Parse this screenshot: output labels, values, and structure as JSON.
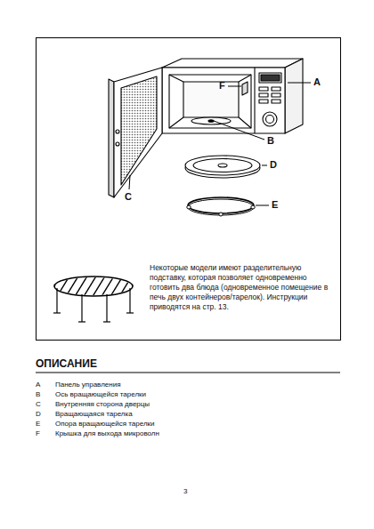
{
  "diagram": {
    "title": "ОПИСАНИЕ",
    "labels": [
      "A",
      "F",
      "B",
      "D",
      "E",
      "C",
      "Некоторые модели имеют разделительную подставку, которая позволяет одновременно готовить два блюда (одновременное помещение в печь двух контейнеров/тарелок). Инструкции приводятся на стр. 13.",
      "A",
      "Панель управления",
      "B",
      "Ось вращающейся тарелки",
      "C",
      "Внутренняя сторона дверцы",
      "D",
      "Вращающаяся тарелка",
      "E",
      "Опора вращающейся тарелки",
      "F",
      "Крышка для выхода микроволн",
      "3"
    ]
  }
}
